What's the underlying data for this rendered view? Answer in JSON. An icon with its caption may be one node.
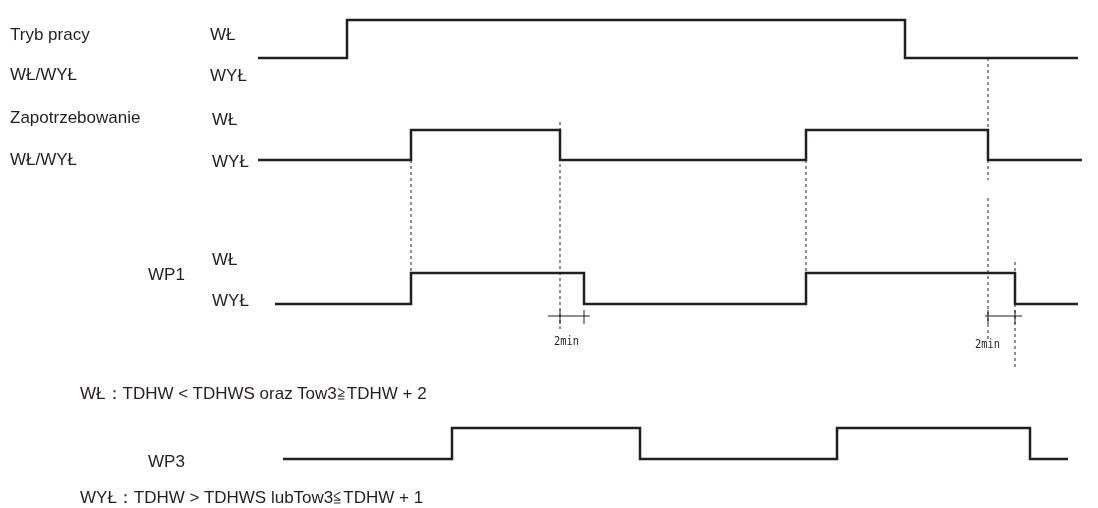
{
  "diagram": {
    "labels": [
      "Tryb pracy",
      "WŁ",
      "WŁ/WYŁ",
      "WYŁ",
      "Zapotrzebowanie",
      "WŁ",
      "WŁ/WYŁ",
      "WYŁ",
      "WŁ",
      "WP1",
      "WYŁ",
      "2min",
      "2min",
      "WŁ：TDHW < TDHWS oraz Tow3≧TDHW + 2",
      "WP3",
      "WYŁ：TDHW > TDHWS lubTow3≦TDHW + 1"
    ]
  }
}
